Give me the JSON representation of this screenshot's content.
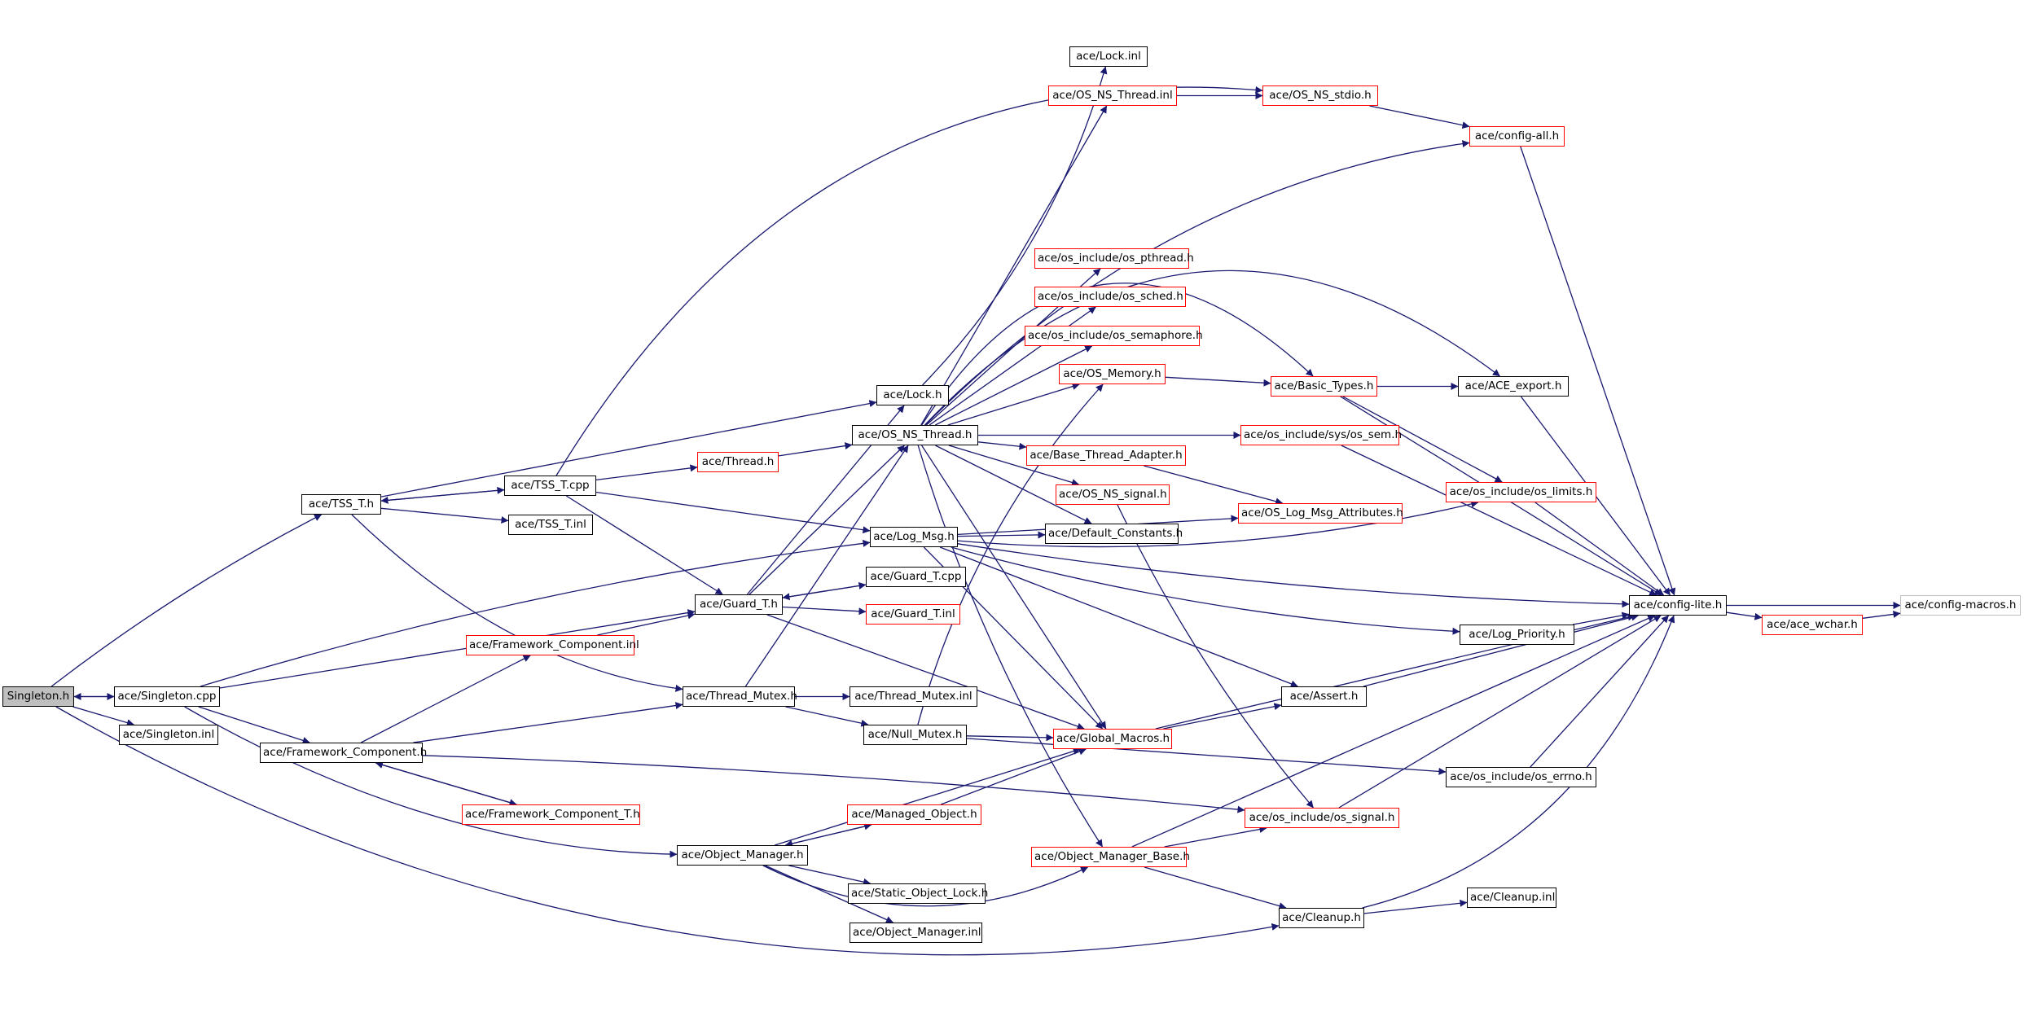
{
  "graph": {
    "colors": {
      "edge": "#191970",
      "border_default": "#000000",
      "border_incomplete": "#ff0000",
      "border_external": "#bfbfbf",
      "root_fill": "#bfbfbf"
    },
    "nodes": [
      {
        "id": "singleton_h",
        "label": "Singleton.h",
        "style": "root"
      },
      {
        "id": "singleton_cpp",
        "label": "ace/Singleton.cpp",
        "style": "black"
      },
      {
        "id": "singleton_inl",
        "label": "ace/Singleton.inl",
        "style": "black"
      },
      {
        "id": "tss_t_h",
        "label": "ace/TSS_T.h",
        "style": "black"
      },
      {
        "id": "tss_t_cpp",
        "label": "ace/TSS_T.cpp",
        "style": "black"
      },
      {
        "id": "tss_t_inl",
        "label": "ace/TSS_T.inl",
        "style": "black"
      },
      {
        "id": "thread_h",
        "label": "ace/Thread.h",
        "style": "red"
      },
      {
        "id": "lock_h",
        "label": "ace/Lock.h",
        "style": "black"
      },
      {
        "id": "lock_inl",
        "label": "ace/Lock.inl",
        "style": "black"
      },
      {
        "id": "os_ns_thread_h",
        "label": "ace/OS_NS_Thread.h",
        "style": "black"
      },
      {
        "id": "os_ns_thread_inl",
        "label": "ace/OS_NS_Thread.inl",
        "style": "red"
      },
      {
        "id": "os_ns_stdio_h",
        "label": "ace/OS_NS_stdio.h",
        "style": "red"
      },
      {
        "id": "config_all_h",
        "label": "ace/config-all.h",
        "style": "red"
      },
      {
        "id": "os_pthread_h",
        "label": "ace/os_include/os_pthread.h",
        "style": "red"
      },
      {
        "id": "os_sched_h",
        "label": "ace/os_include/os_sched.h",
        "style": "red"
      },
      {
        "id": "os_semaphore_h",
        "label": "ace/os_include/os_semaphore.h",
        "style": "red"
      },
      {
        "id": "os_memory_h",
        "label": "ace/OS_Memory.h",
        "style": "red"
      },
      {
        "id": "basic_types_h",
        "label": "ace/Basic_Types.h",
        "style": "red"
      },
      {
        "id": "ace_export_h",
        "label": "ace/ACE_export.h",
        "style": "black"
      },
      {
        "id": "os_sys_sem_h",
        "label": "ace/os_include/sys/os_sem.h",
        "style": "red"
      },
      {
        "id": "base_thread_adapter_h",
        "label": "ace/Base_Thread_Adapter.h",
        "style": "red"
      },
      {
        "id": "os_ns_signal_h",
        "label": "ace/OS_NS_signal.h",
        "style": "red"
      },
      {
        "id": "os_log_msg_attr_h",
        "label": "ace/OS_Log_Msg_Attributes.h",
        "style": "red"
      },
      {
        "id": "os_limits_h",
        "label": "ace/os_include/os_limits.h",
        "style": "red"
      },
      {
        "id": "default_constants_h",
        "label": "ace/Default_Constants.h",
        "style": "black"
      },
      {
        "id": "log_msg_h",
        "label": "ace/Log_Msg.h",
        "style": "black"
      },
      {
        "id": "guard_t_h",
        "label": "ace/Guard_T.h",
        "style": "black"
      },
      {
        "id": "guard_t_cpp",
        "label": "ace/Guard_T.cpp",
        "style": "black"
      },
      {
        "id": "guard_t_inl",
        "label": "ace/Guard_T.inl",
        "style": "red"
      },
      {
        "id": "fw_component_inl",
        "label": "ace/Framework_Component.inl",
        "style": "red"
      },
      {
        "id": "fw_component_h",
        "label": "ace/Framework_Component.h",
        "style": "black"
      },
      {
        "id": "fw_component_t_h",
        "label": "ace/Framework_Component_T.h",
        "style": "red"
      },
      {
        "id": "thread_mutex_h",
        "label": "ace/Thread_Mutex.h",
        "style": "black"
      },
      {
        "id": "thread_mutex_inl",
        "label": "ace/Thread_Mutex.inl",
        "style": "black"
      },
      {
        "id": "null_mutex_h",
        "label": "ace/Null_Mutex.h",
        "style": "black"
      },
      {
        "id": "global_macros_h",
        "label": "ace/Global_Macros.h",
        "style": "red"
      },
      {
        "id": "assert_h",
        "label": "ace/Assert.h",
        "style": "black"
      },
      {
        "id": "os_errno_h",
        "label": "ace/os_include/os_errno.h",
        "style": "black"
      },
      {
        "id": "os_signal_h",
        "label": "ace/os_include/os_signal.h",
        "style": "red"
      },
      {
        "id": "managed_object_h",
        "label": "ace/Managed_Object.h",
        "style": "red"
      },
      {
        "id": "object_manager_h",
        "label": "ace/Object_Manager.h",
        "style": "black"
      },
      {
        "id": "static_object_lock_h",
        "label": "ace/Static_Object_Lock.h",
        "style": "black"
      },
      {
        "id": "object_manager_inl",
        "label": "ace/Object_Manager.inl",
        "style": "black"
      },
      {
        "id": "object_manager_base_h",
        "label": "ace/Object_Manager_Base.h",
        "style": "red"
      },
      {
        "id": "cleanup_h",
        "label": "ace/Cleanup.h",
        "style": "black"
      },
      {
        "id": "cleanup_inl",
        "label": "ace/Cleanup.inl",
        "style": "black"
      },
      {
        "id": "log_priority_h",
        "label": "ace/Log_Priority.h",
        "style": "black"
      },
      {
        "id": "config_lite_h",
        "label": "ace/config-lite.h",
        "style": "black"
      },
      {
        "id": "ace_wchar_h",
        "label": "ace/ace_wchar.h",
        "style": "red"
      },
      {
        "id": "config_macros_h",
        "label": "ace/config-macros.h",
        "style": "grey"
      }
    ],
    "edges": [
      [
        "singleton_h",
        "singleton_cpp"
      ],
      [
        "singleton_cpp",
        "singleton_h"
      ],
      [
        "singleton_h",
        "singleton_inl"
      ],
      [
        "singleton_h",
        "tss_t_h"
      ],
      [
        "singleton_h",
        "cleanup_h"
      ],
      [
        "singleton_cpp",
        "log_msg_h"
      ],
      [
        "singleton_cpp",
        "guard_t_h"
      ],
      [
        "singleton_cpp",
        "fw_component_h"
      ],
      [
        "singleton_cpp",
        "object_manager_h"
      ],
      [
        "tss_t_h",
        "tss_t_cpp"
      ],
      [
        "tss_t_cpp",
        "tss_t_h"
      ],
      [
        "tss_t_h",
        "tss_t_inl"
      ],
      [
        "tss_t_h",
        "lock_h"
      ],
      [
        "tss_t_h",
        "thread_mutex_h"
      ],
      [
        "tss_t_cpp",
        "thread_h"
      ],
      [
        "tss_t_cpp",
        "log_msg_h"
      ],
      [
        "tss_t_cpp",
        "guard_t_h"
      ],
      [
        "tss_t_cpp",
        "os_ns_stdio_h"
      ],
      [
        "thread_h",
        "os_ns_thread_h"
      ],
      [
        "lock_h",
        "lock_inl"
      ],
      [
        "os_ns_thread_h",
        "os_ns_thread_inl"
      ],
      [
        "os_ns_thread_inl",
        "os_ns_stdio_h"
      ],
      [
        "os_ns_stdio_h",
        "config_all_h"
      ],
      [
        "os_ns_thread_h",
        "config_all_h"
      ],
      [
        "os_ns_thread_h",
        "os_pthread_h"
      ],
      [
        "os_ns_thread_h",
        "os_sched_h"
      ],
      [
        "os_ns_thread_h",
        "os_semaphore_h"
      ],
      [
        "os_ns_thread_h",
        "os_memory_h"
      ],
      [
        "os_ns_thread_h",
        "basic_types_h"
      ],
      [
        "os_ns_thread_h",
        "ace_export_h"
      ],
      [
        "os_ns_thread_h",
        "os_sys_sem_h"
      ],
      [
        "os_ns_thread_h",
        "base_thread_adapter_h"
      ],
      [
        "os_ns_thread_h",
        "os_ns_signal_h"
      ],
      [
        "os_ns_thread_h",
        "default_constants_h"
      ],
      [
        "os_ns_thread_h",
        "global_macros_h"
      ],
      [
        "os_ns_thread_h",
        "object_manager_base_h"
      ],
      [
        "os_memory_h",
        "basic_types_h"
      ],
      [
        "basic_types_h",
        "ace_export_h"
      ],
      [
        "basic_types_h",
        "config_lite_h"
      ],
      [
        "basic_types_h",
        "os_limits_h"
      ],
      [
        "ace_export_h",
        "config_lite_h"
      ],
      [
        "config_all_h",
        "config_lite_h"
      ],
      [
        "os_sys_sem_h",
        "config_lite_h"
      ],
      [
        "base_thread_adapter_h",
        "os_log_msg_attr_h"
      ],
      [
        "os_ns_signal_h",
        "os_signal_h"
      ],
      [
        "os_limits_h",
        "config_lite_h"
      ],
      [
        "log_msg_h",
        "default_constants_h"
      ],
      [
        "log_msg_h",
        "os_log_msg_attr_h"
      ],
      [
        "log_msg_h",
        "os_limits_h"
      ],
      [
        "log_msg_h",
        "log_priority_h"
      ],
      [
        "log_msg_h",
        "global_macros_h"
      ],
      [
        "log_msg_h",
        "assert_h"
      ],
      [
        "log_msg_h",
        "config_lite_h"
      ],
      [
        "guard_t_h",
        "lock_h"
      ],
      [
        "guard_t_h",
        "os_ns_thread_h"
      ],
      [
        "guard_t_h",
        "guard_t_cpp"
      ],
      [
        "guard_t_cpp",
        "guard_t_h"
      ],
      [
        "guard_t_h",
        "guard_t_inl"
      ],
      [
        "guard_t_h",
        "global_macros_h"
      ],
      [
        "fw_component_h",
        "fw_component_inl"
      ],
      [
        "fw_component_inl",
        "guard_t_h"
      ],
      [
        "fw_component_h",
        "thread_mutex_h"
      ],
      [
        "fw_component_h",
        "fw_component_t_h"
      ],
      [
        "fw_component_t_h",
        "fw_component_h"
      ],
      [
        "fw_component_h",
        "os_signal_h"
      ],
      [
        "thread_mutex_h",
        "os_ns_thread_h"
      ],
      [
        "thread_mutex_h",
        "thread_mutex_inl"
      ],
      [
        "thread_mutex_h",
        "null_mutex_h"
      ],
      [
        "null_mutex_h",
        "os_memory_h"
      ],
      [
        "null_mutex_h",
        "global_macros_h"
      ],
      [
        "null_mutex_h",
        "os_errno_h"
      ],
      [
        "global_macros_h",
        "assert_h"
      ],
      [
        "global_macros_h",
        "config_lite_h"
      ],
      [
        "assert_h",
        "config_lite_h"
      ],
      [
        "os_errno_h",
        "config_lite_h"
      ],
      [
        "os_signal_h",
        "config_lite_h"
      ],
      [
        "object_manager_h",
        "managed_object_h"
      ],
      [
        "managed_object_h",
        "object_manager_h"
      ],
      [
        "managed_object_h",
        "global_macros_h"
      ],
      [
        "object_manager_h",
        "global_macros_h"
      ],
      [
        "object_manager_h",
        "static_object_lock_h"
      ],
      [
        "object_manager_h",
        "object_manager_inl"
      ],
      [
        "object_manager_h",
        "object_manager_base_h"
      ],
      [
        "object_manager_base_h",
        "os_signal_h"
      ],
      [
        "object_manager_base_h",
        "cleanup_h"
      ],
      [
        "object_manager_base_h",
        "config_lite_h"
      ],
      [
        "cleanup_h",
        "cleanup_inl"
      ],
      [
        "cleanup_h",
        "config_lite_h"
      ],
      [
        "log_priority_h",
        "config_lite_h"
      ],
      [
        "config_lite_h",
        "ace_wchar_h"
      ],
      [
        "config_lite_h",
        "config_macros_h"
      ],
      [
        "ace_wchar_h",
        "config_macros_h"
      ]
    ]
  }
}
